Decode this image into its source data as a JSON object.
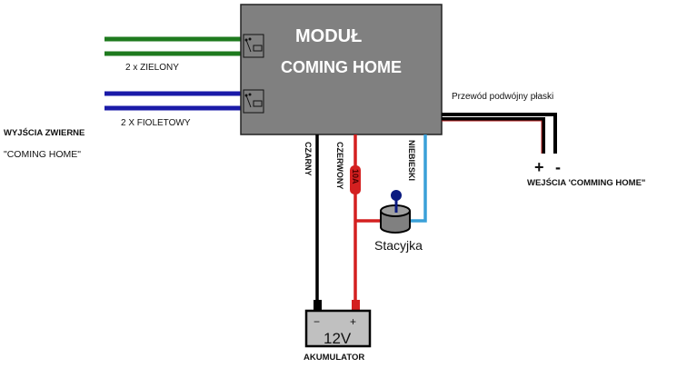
{
  "module": {
    "title_line1": "MODUŁ",
    "title_line2": "COMING HOME"
  },
  "left_wires": {
    "green_label": "2 x ZIELONY",
    "violet_label": "2 X FIOLETOWY",
    "outputs_label_line1": "WYJŚCIA ZWIERNE",
    "outputs_label_line2": "\"COMING HOME\""
  },
  "right_cable": {
    "label": "Przewód podwójny płaski",
    "plus": "+",
    "minus": "-",
    "input_label": "WEJŚCIA 'COMMING HOME\""
  },
  "bottom_wires": {
    "black_label": "CZARNY",
    "red_label": "CZERWONY",
    "blue_label": "NIEBIESKI",
    "fuse_label": "10A",
    "ignition_label": "Stacyjka"
  },
  "battery": {
    "minus": "−",
    "plus": "+",
    "voltage": "12V",
    "label": "AKUMULATOR"
  },
  "colors": {
    "module_fill": "#808080",
    "green_wire": "#1e7a1e",
    "violet_wire": "#1a1aa8",
    "red_wire": "#d42020",
    "blue_wire": "#3aa0d8",
    "black_wire": "#000000",
    "battery_fill": "#c0c0c0",
    "ignition_knob": "#0a1a80"
  }
}
